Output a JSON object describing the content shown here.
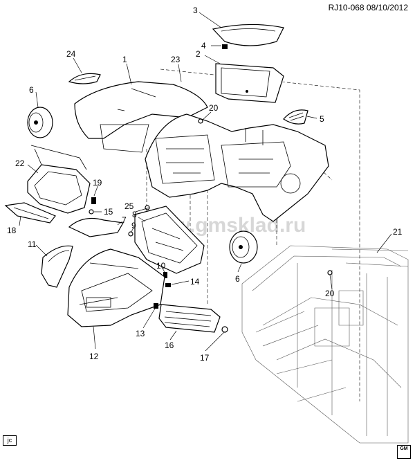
{
  "header": {
    "reference": "RJ10-068 08/10/2012"
  },
  "watermark": "www.gmsklad.ru",
  "footer": {
    "corner_tag": "jc",
    "logo_text": "GM"
  },
  "callouts": [
    {
      "id": "c1",
      "label": "1"
    },
    {
      "id": "c2",
      "label": "2"
    },
    {
      "id": "c3",
      "label": "3"
    },
    {
      "id": "c4",
      "label": "4"
    },
    {
      "id": "c5",
      "label": "5"
    },
    {
      "id": "c6a",
      "label": "6"
    },
    {
      "id": "c6b",
      "label": "6"
    },
    {
      "id": "c7",
      "label": "7"
    },
    {
      "id": "c8",
      "label": "8"
    },
    {
      "id": "c9",
      "label": "9"
    },
    {
      "id": "c10",
      "label": "10"
    },
    {
      "id": "c11",
      "label": "11"
    },
    {
      "id": "c12",
      "label": "12"
    },
    {
      "id": "c13",
      "label": "13"
    },
    {
      "id": "c14",
      "label": "14"
    },
    {
      "id": "c15",
      "label": "15"
    },
    {
      "id": "c16",
      "label": "16"
    },
    {
      "id": "c17",
      "label": "17"
    },
    {
      "id": "c18",
      "label": "18"
    },
    {
      "id": "c19",
      "label": "19"
    },
    {
      "id": "c20a",
      "label": "20"
    },
    {
      "id": "c20b",
      "label": "20"
    },
    {
      "id": "c21",
      "label": "21"
    },
    {
      "id": "c22",
      "label": "22"
    },
    {
      "id": "c23",
      "label": "23"
    },
    {
      "id": "c24",
      "label": "24"
    },
    {
      "id": "c25",
      "label": "25"
    }
  ]
}
